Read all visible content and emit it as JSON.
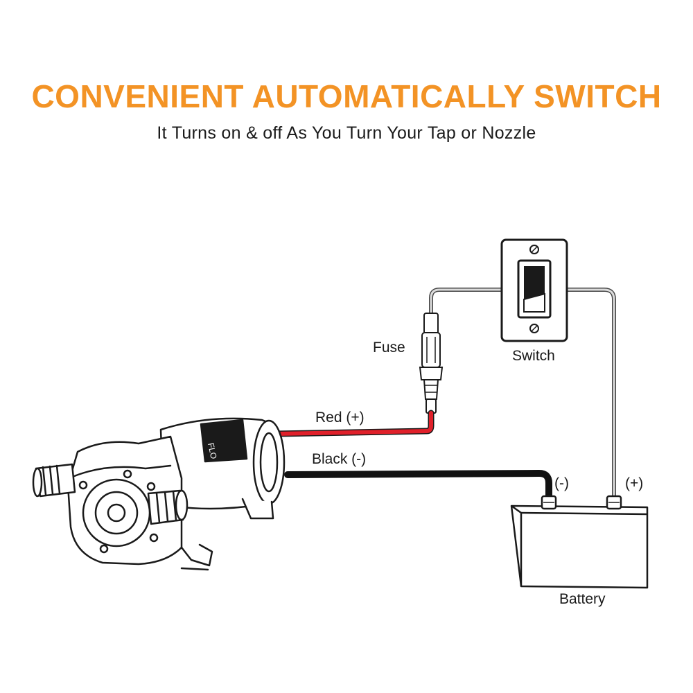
{
  "header": {
    "title": "CONVENIENT AUTOMATICALLY SWITCH",
    "subtitle": "It Turns on & off As You Turn Your Tap or Nozzle"
  },
  "diagram": {
    "labels": {
      "fuse": "Fuse",
      "switch": "Switch",
      "red_wire": "Red (+)",
      "black_wire": "Black (-)",
      "negative_terminal": "(-)",
      "positive_terminal": "(+)",
      "battery": "Battery"
    },
    "colors": {
      "title": "#f39325",
      "red_wire": "#e0202a",
      "black_wire": "#111111",
      "gray_wire": "#9a9a9a"
    }
  }
}
